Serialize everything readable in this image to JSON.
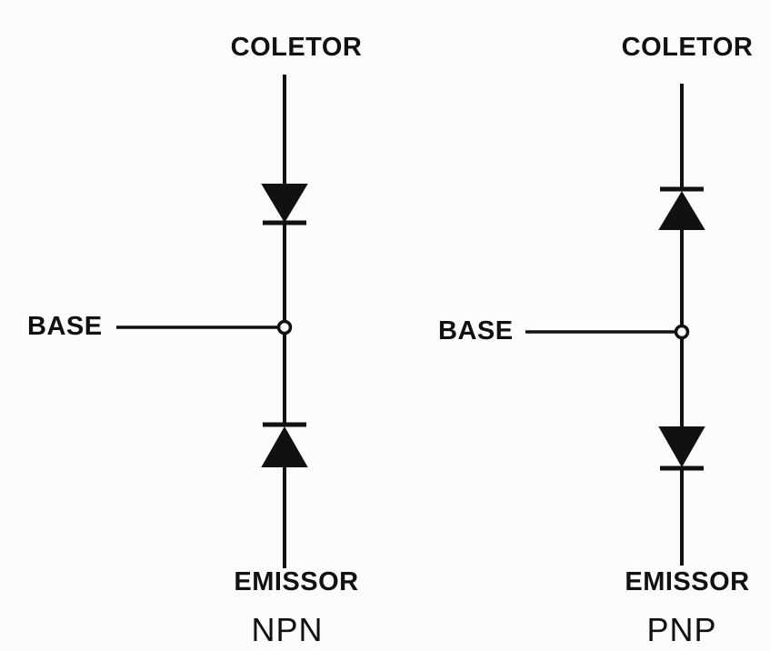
{
  "npn": {
    "collector_label": "COLETOR",
    "base_label": "BASE",
    "emitter_label": "EMISSOR",
    "type_label": "NPN"
  },
  "pnp": {
    "collector_label": "COLETOR",
    "base_label": "BASE",
    "emitter_label": "EMISSOR",
    "type_label": "PNP"
  },
  "colors": {
    "ink": "#111111",
    "paper": "#fcfcfc"
  }
}
